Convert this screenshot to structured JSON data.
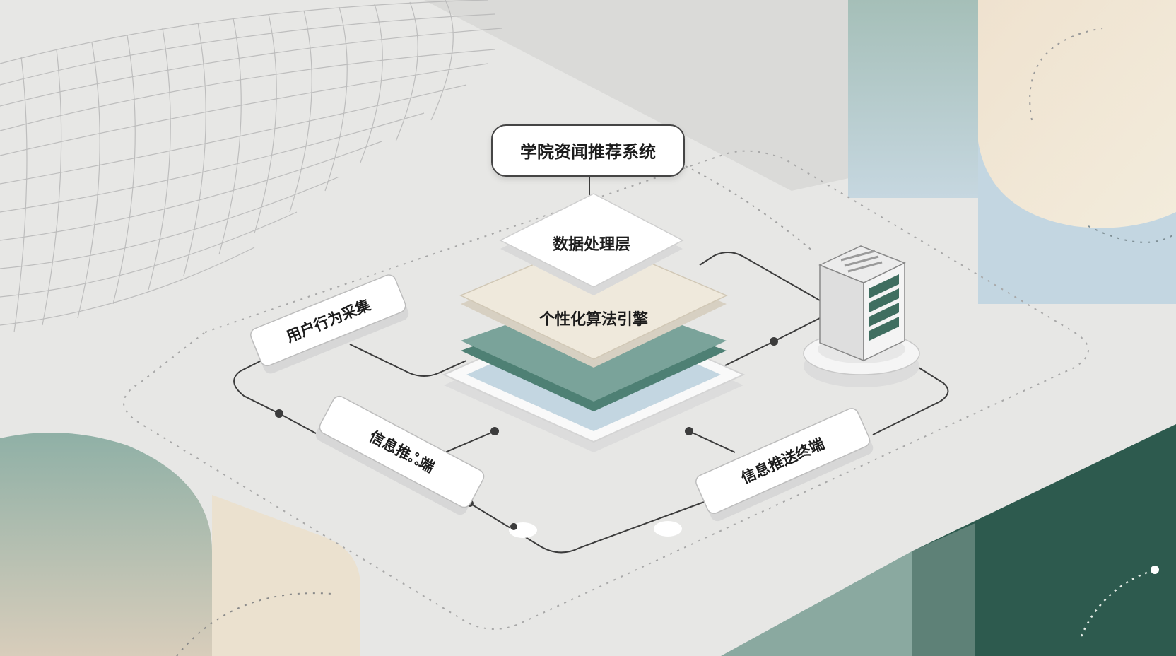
{
  "diagram": {
    "title": "学院资闻推荐系统",
    "layers": {
      "top": "数据处理层",
      "middle": "个性化算法引擎"
    },
    "modules": {
      "collect": "用户行为采集",
      "terminal_left": "信息推ஃ端",
      "terminal_right": "信息推送终端"
    }
  },
  "colors": {
    "accent_teal": "#7aa39a",
    "dark_teal": "#2c5a4e",
    "cream": "#efe9dc",
    "light_blue": "#c3d6e1",
    "line": "#3c3c3c"
  },
  "icons": {
    "server": "server-icon"
  }
}
